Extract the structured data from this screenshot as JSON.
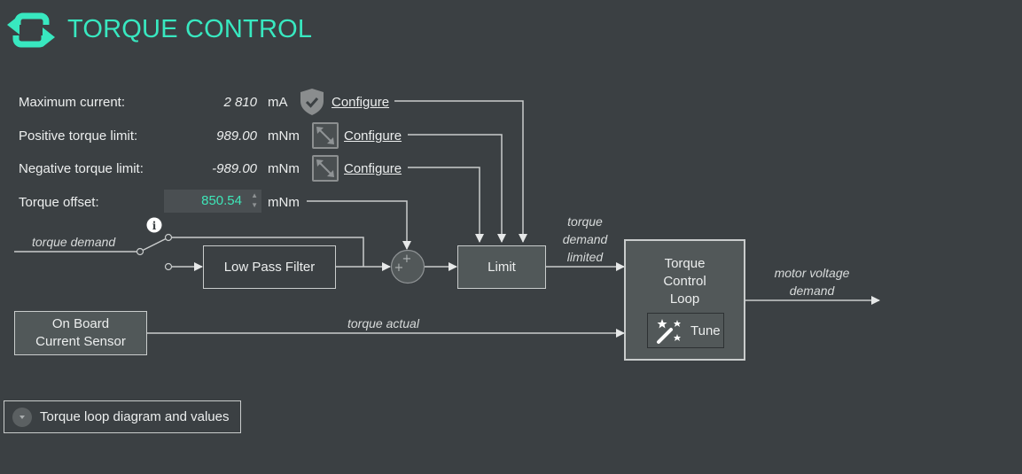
{
  "header": {
    "title": "TORQUE CONTROL",
    "icon": "refresh-icon",
    "accent_color": "#38e8c0"
  },
  "settings": [
    {
      "label": "Maximum current:",
      "value": "2 810",
      "unit": "mA",
      "icon": "shield-check-icon",
      "link": "Configure"
    },
    {
      "label": "Positive torque limit:",
      "value": "989.00",
      "unit": "mNm",
      "icon": "expand-arrows-icon",
      "link": "Configure"
    },
    {
      "label": "Negative torque limit:",
      "value": "-989.00",
      "unit": "mNm",
      "icon": "expand-arrows-icon",
      "link": "Configure"
    }
  ],
  "offset": {
    "label": "Torque offset:",
    "value": "850.54",
    "unit": "mNm",
    "value_color": "#3ee6b8"
  },
  "diagram": {
    "torque_demand": "torque demand",
    "low_pass_filter": "Low Pass Filter",
    "limit": "Limit",
    "torque_demand_limited": [
      "torque",
      "demand",
      "limited"
    ],
    "control_loop": [
      "Torque",
      "Control",
      "Loop"
    ],
    "tune": "Tune",
    "motor_voltage_demand": [
      "motor voltage",
      "demand"
    ],
    "current_sensor": [
      "On Board",
      "Current Sensor"
    ],
    "torque_actual": "torque actual",
    "info_icon": "info-icon"
  },
  "footer": {
    "toggle_label": "Torque loop diagram and values"
  }
}
